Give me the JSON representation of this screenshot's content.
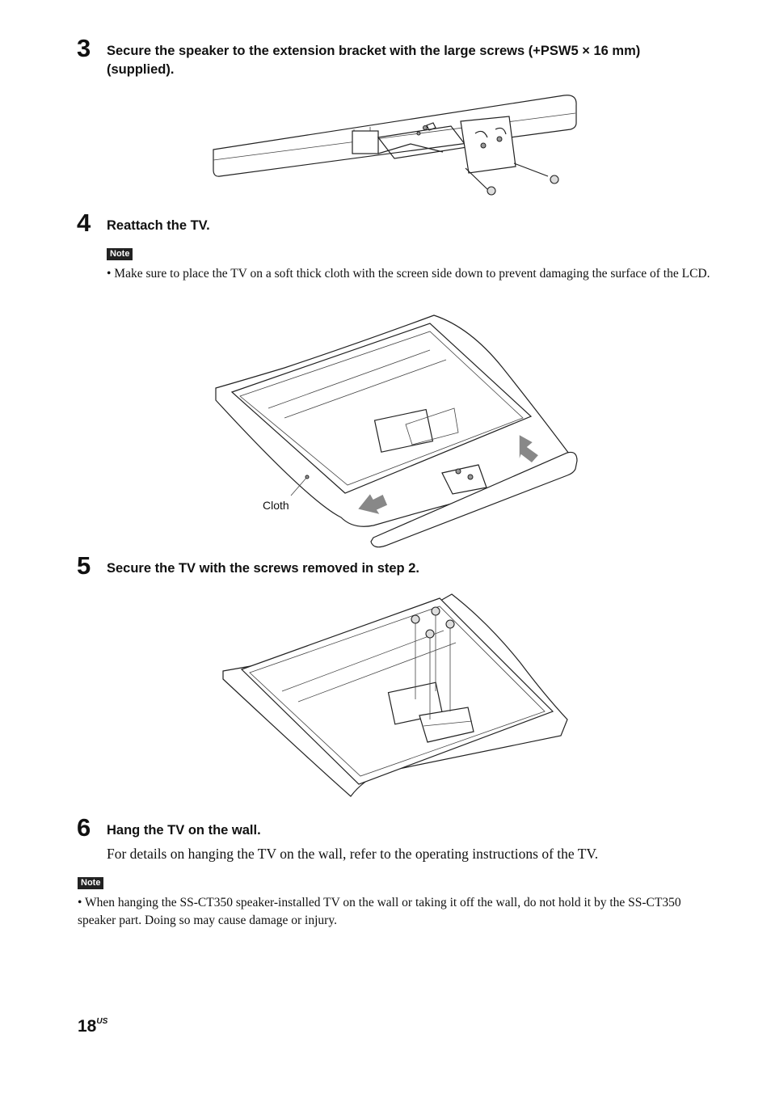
{
  "steps": [
    {
      "number": "3",
      "text": "Secure the speaker to the extension bracket with the large screws (+PSW5 × 16 mm) (supplied)."
    },
    {
      "number": "4",
      "text": "Reattach the TV."
    },
    {
      "number": "5",
      "text": "Secure the TV with the screws removed in step 2."
    },
    {
      "number": "6",
      "text": "Hang the TV on the wall.",
      "detail": "For details on hanging the TV on the wall, refer to the operating instructions of the TV."
    }
  ],
  "notes": [
    {
      "badge": "Note",
      "text": "• Make sure to place the TV on a soft thick cloth with the screen side down to prevent damaging the surface of the LCD."
    },
    {
      "badge": "Note",
      "text": "• When hanging the SS-CT350 speaker-installed TV on the wall or taking it off the wall, do not hold it by the SS-CT350 speaker part. Doing so may cause damage or injury."
    }
  ],
  "figures": {
    "cloth_label": "Cloth"
  },
  "page": {
    "number": "18",
    "suffix": "US"
  }
}
